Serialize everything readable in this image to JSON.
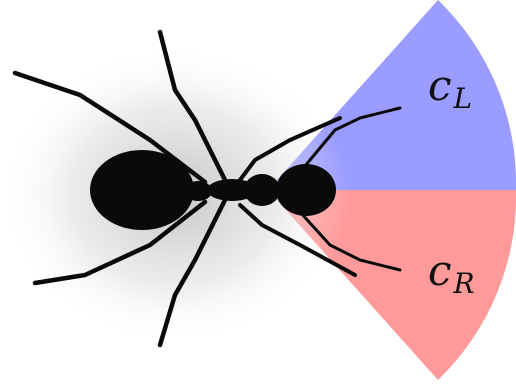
{
  "colors": {
    "left_sector": "#9a9cff",
    "right_sector": "#ff9a9a",
    "ant_body": "#0a0a0a",
    "shadow": "#d0d0d0"
  },
  "sectors": {
    "left": {
      "symbol": "c",
      "subscript": "L"
    },
    "right": {
      "symbol": "c",
      "subscript": "R"
    }
  },
  "icons": {
    "subject": "ant-icon"
  }
}
